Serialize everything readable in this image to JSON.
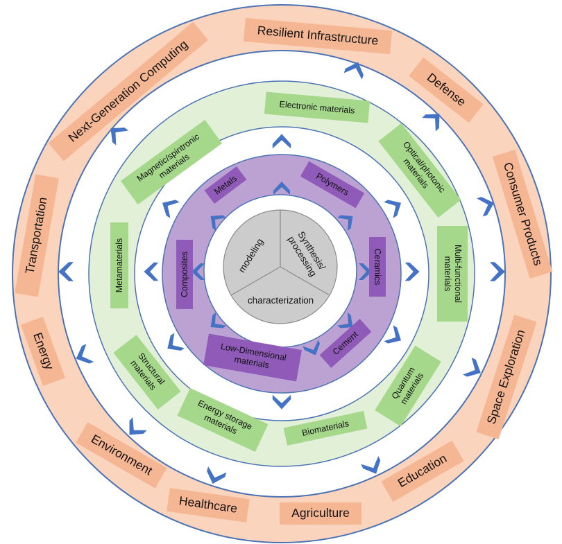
{
  "colors": {
    "outer_ring": "#fbd4bd",
    "outer_ring_edge": "#4a72b5",
    "application_box": "#f5b694",
    "materials_ring": "#e3f0d8",
    "materials_box": "#a5d88b",
    "class_ring": "#bba2d3",
    "class_box": "#8f5ab8",
    "core": "#cccccc",
    "core_edge": "#8a8a8a",
    "arrow": "#4472c4"
  },
  "core": {
    "modeling": "modeling",
    "synthesis": "Synthesis/\nprocessing",
    "characterization": "characterization"
  },
  "material_classes": {
    "metals": "Metals",
    "polymers": "Polymers",
    "ceramics": "Ceramics",
    "cement": "Cement",
    "low_dimensional": "Low-Dimensional\nmaterials",
    "composites": "Composites"
  },
  "functional_materials": {
    "electronic": "Electronic materials",
    "optical_photonic": "Optical/photonic\nmaterials",
    "multi_functional": "Multi-functional\nmaterials",
    "quantum": "Quantum\nmaterials",
    "biomaterials": "Biomaterials",
    "energy_storage": "Energy storage\nmaterials",
    "structural": "Structural\nmaterials",
    "metamaterials": "Metamaterials",
    "magnetic_spintronic": "Magnetic/spintronic\nmaterials"
  },
  "applications": {
    "resilient_infrastructure": "Resilient Infrastructure",
    "defense": "Defense",
    "consumer_products": "Consumer Products",
    "space_exploration": "Space Exploration",
    "education": "Education",
    "agriculture": "Agriculture",
    "healthcare": "Healthcare",
    "environment": "Environment",
    "energy": "Energy",
    "transportation": "Transportation",
    "next_generation_computing": "Next-Generation Computing"
  }
}
